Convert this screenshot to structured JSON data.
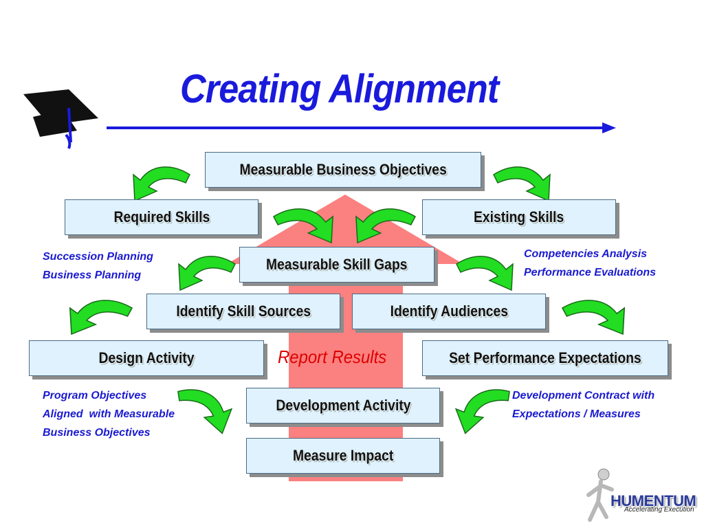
{
  "slide": {
    "title": "Creating Alignment",
    "boxes": {
      "measurable_business_objectives": "Measurable Business Objectives",
      "required_skills": "Required Skills",
      "existing_skills": "Existing Skills",
      "measurable_skill_gaps": "Measurable Skill Gaps",
      "identify_skill_sources": "Identify Skill Sources",
      "identify_audiences": "Identify Audiences",
      "design_activity": "Design Activity",
      "set_performance_expectations": "Set Performance Expectations",
      "development_activity": "Development Activity",
      "measure_impact": "Measure Impact"
    },
    "report_results": "Report Results",
    "notes": {
      "left_top": "Succession Planning\nBusiness Planning",
      "right_top": "Competencies Analysis\nPerformance Evaluations",
      "left_bottom": "Program Objectives\nAligned  with Measurable\nBusiness Objectives",
      "right_bottom": "Development Contract with\nExpectations / Measures"
    },
    "logo": {
      "name": "HUMENTUM",
      "tagline": "Accelerating Execution"
    }
  },
  "colors": {
    "title": "#1a1adc",
    "box_fill": "#dff2fd",
    "note_text": "#1a1ad0",
    "report_text": "#dd0000",
    "up_arrow": "#fb8080",
    "curved_arrow": "#22dd22"
  },
  "icons": [
    "graduation-cap-icon",
    "curved-green-arrow-icon",
    "runner-figure-icon"
  ]
}
